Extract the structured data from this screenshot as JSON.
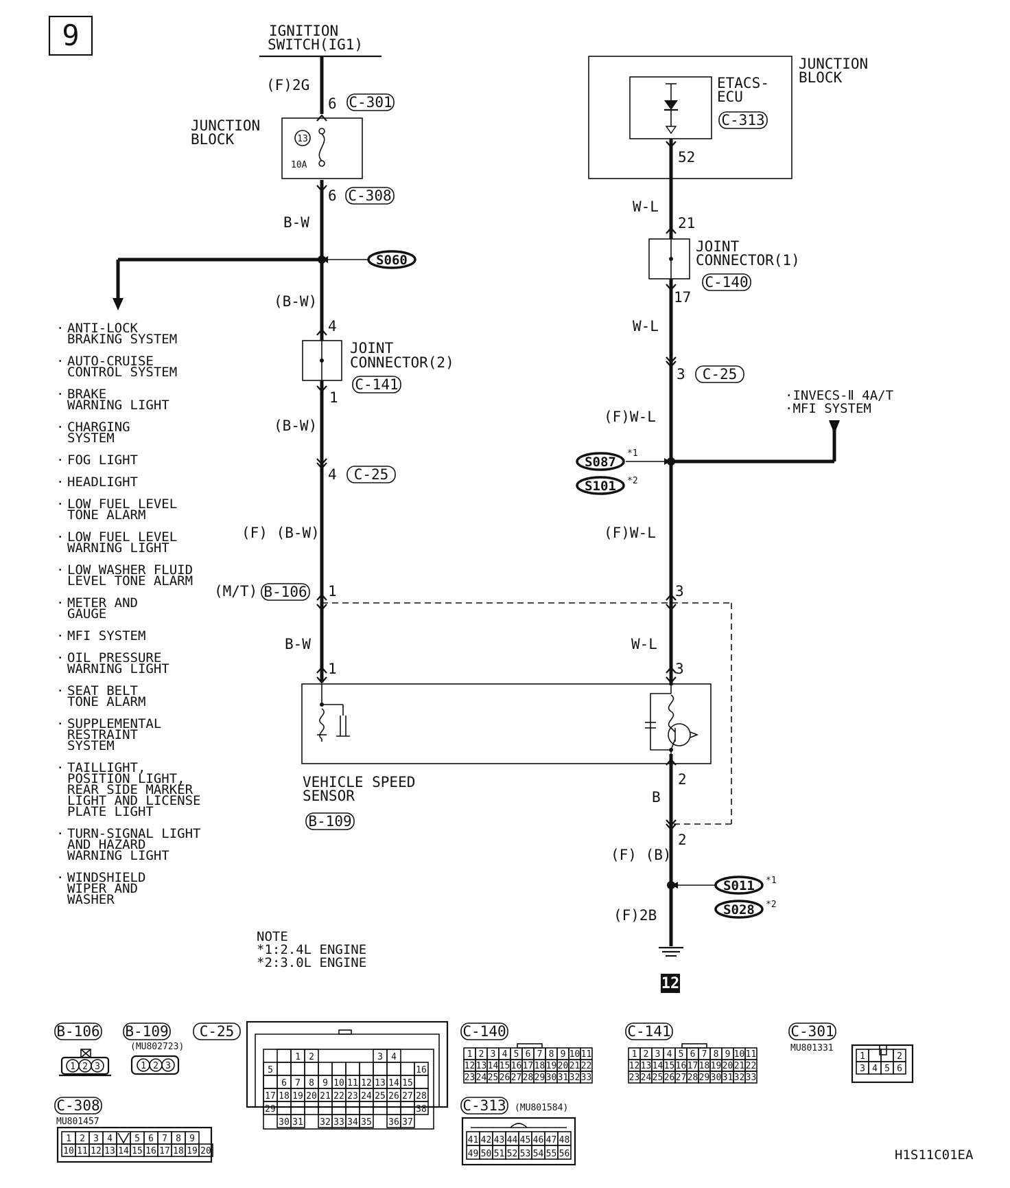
{
  "page_number": "9",
  "ref_code": "H1S11C01EA",
  "next_page": "12",
  "ignition": {
    "line1": "IGNITION",
    "line2": "SWITCH(IG1)"
  },
  "left": {
    "wire_f2g": "(F)2G",
    "pin6_top": "6",
    "c301": "C-301",
    "jb_line1": "JUNCTION",
    "jb_line2": "BLOCK",
    "fuse_no": "13",
    "fuse_rating": "10A",
    "pin6_bot": "6",
    "c308": "C-308",
    "wire_bw1": "B-W",
    "s060": "S060",
    "wire_bw2": "(B-W)",
    "pin4a": "4",
    "jc2_line1": "JOINT",
    "jc2_line2": "CONNECTOR(2)",
    "c141": "C-141",
    "pin1a": "1",
    "wire_bw3": "(B-W)",
    "pin4b": "4",
    "c25": "C-25",
    "wire_fbw": "(F) (B-W)",
    "mt": "(M/T)",
    "b106": "B-106",
    "pin1b": "1",
    "wire_bw4": "B-W",
    "pin1c": "1"
  },
  "systems": [
    [
      "ANTI-LOCK",
      "BRAKING SYSTEM"
    ],
    [
      "AUTO-CRUISE",
      "CONTROL SYSTEM"
    ],
    [
      "BRAKE",
      "WARNING LIGHT"
    ],
    [
      "CHARGING",
      "SYSTEM"
    ],
    [
      "FOG LIGHT"
    ],
    [
      "HEADLIGHT"
    ],
    [
      "LOW FUEL LEVEL",
      "TONE ALARM"
    ],
    [
      "LOW FUEL LEVEL",
      "WARNING LIGHT"
    ],
    [
      "LOW WASHER FLUID",
      "LEVEL TONE ALARM"
    ],
    [
      "METER AND",
      "GAUGE"
    ],
    [
      "MFI SYSTEM"
    ],
    [
      "OIL PRESSURE",
      "WARNING LIGHT"
    ],
    [
      "SEAT BELT",
      "TONE ALARM"
    ],
    [
      "SUPPLEMENTAL",
      "RESTRAINT",
      "SYSTEM"
    ],
    [
      "TAILLIGHT,",
      "POSITION LIGHT,",
      "REAR SIDE MARKER",
      "LIGHT AND LICENSE",
      "PLATE LIGHT"
    ],
    [
      "TURN-SIGNAL LIGHT",
      "AND HAZARD",
      "WARNING LIGHT"
    ],
    [
      "WINDSHIELD",
      "WIPER AND",
      "WASHER"
    ]
  ],
  "right": {
    "jb_line1": "JUNCTION",
    "jb_line2": "BLOCK",
    "etacs_line1": "ETACS-",
    "etacs_line2": "ECU",
    "c313": "C-313",
    "pin52": "52",
    "wire_wl1": "W-L",
    "pin21": "21",
    "jc1_line1": "JOINT",
    "jc1_line2": "CONNECTOR(1)",
    "c140": "C-140",
    "pin17": "17",
    "wire_wl2": "W-L",
    "pin3a": "3",
    "c25": "C-25",
    "wire_fwl1": "(F)W-L",
    "invecs_line1": "·INVECS-Ⅱ 4A/T",
    "invecs_line2": "·MFI SYSTEM",
    "s087": "S087",
    "s087_note": "*1",
    "s101": "S101",
    "s101_note": "*2",
    "wire_fwl2": "(F)W-L",
    "pin3b": "3",
    "wire_wl3": "W-L",
    "pin3c": "3",
    "pin2a": "2",
    "wire_b": "B",
    "pin2b": "2",
    "wire_fb": "(F) (B)",
    "s011": "S011",
    "s011_note": "*1",
    "s028": "S028",
    "s028_note": "*2",
    "wire_f2b": "(F)2B"
  },
  "sensor": {
    "line1": "VEHICLE SPEED",
    "line2": "SENSOR",
    "code": "B-109"
  },
  "note": {
    "title": "NOTE",
    "line1": "*1:2.4L ENGINE",
    "line2": "*2:3.0L ENGINE"
  },
  "connectors": {
    "b106": {
      "label": "B-106",
      "pins": [
        "1",
        "2",
        "3"
      ]
    },
    "b109": {
      "label": "B-109",
      "part": "(MU802723)",
      "pins": [
        "1",
        "2",
        "3"
      ]
    },
    "c25": {
      "label": "C-25"
    },
    "c140": {
      "label": "C-140"
    },
    "c141": {
      "label": "C-141"
    },
    "c301": {
      "label": "C-301",
      "part": "MU801331"
    },
    "c308": {
      "label": "C-308",
      "part": "MU801457"
    },
    "c313": {
      "label": "C-313",
      "part": "(MU801584)"
    }
  }
}
